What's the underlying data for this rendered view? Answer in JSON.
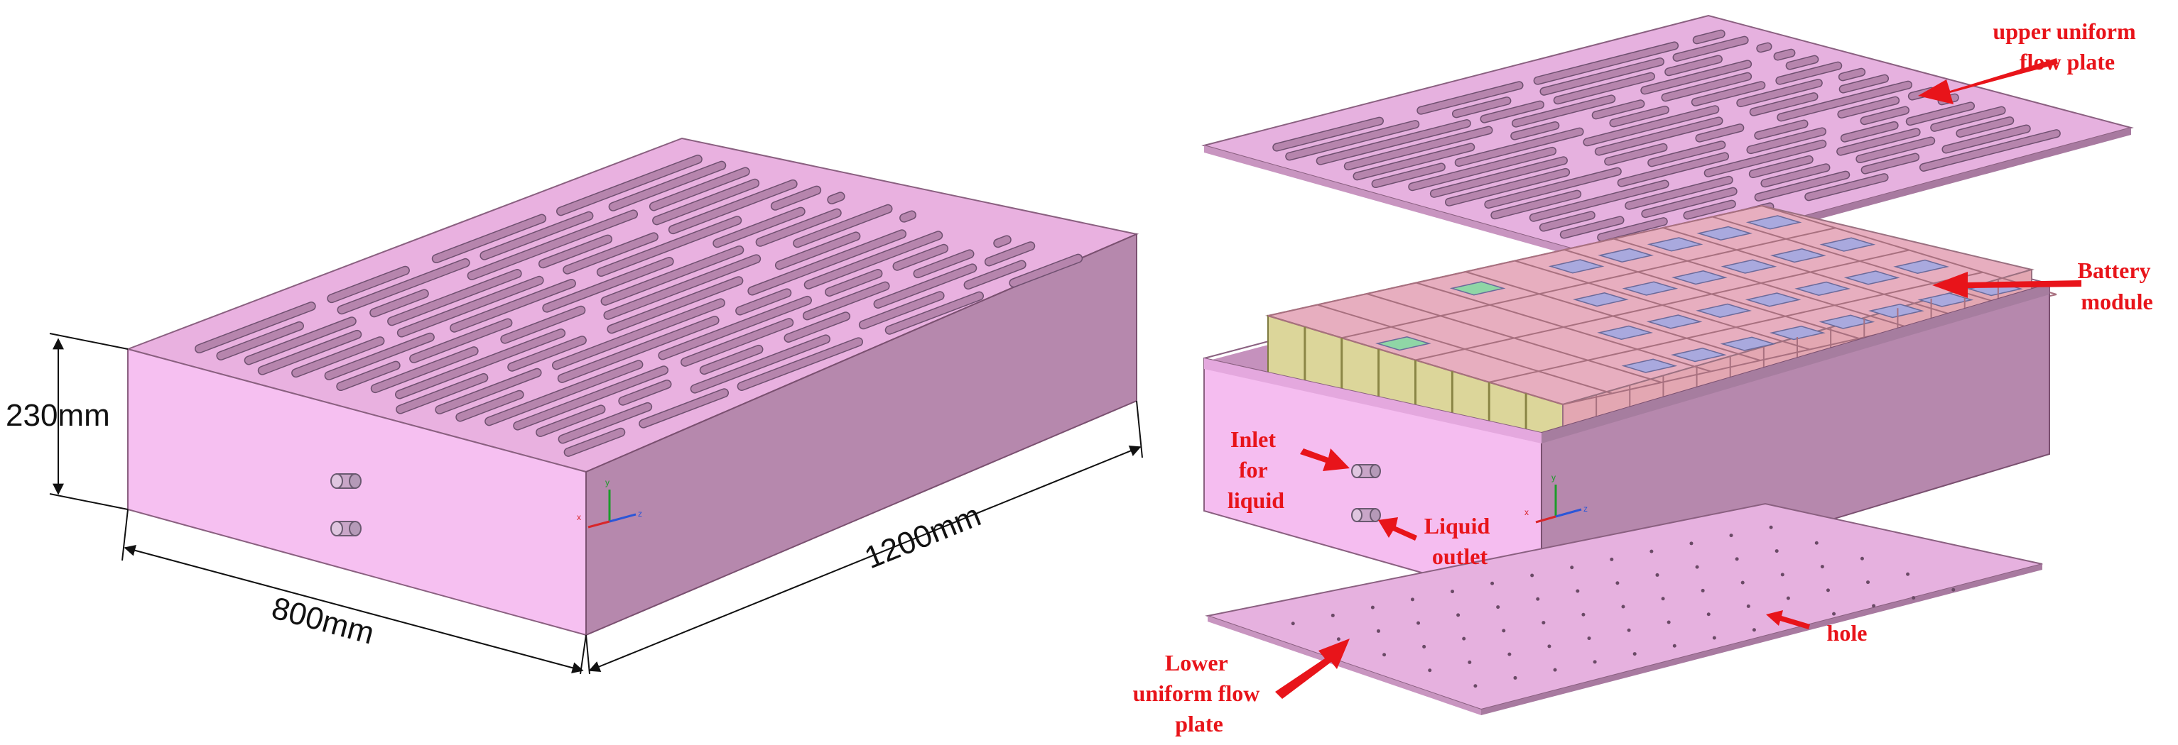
{
  "dimensions": {
    "height": "230mm",
    "width": "800mm",
    "length": "1200mm"
  },
  "labels": {
    "upper_plate": [
      "upper uniform",
      "flow plate"
    ],
    "battery_module": [
      "Battery",
      "module"
    ],
    "inlet": [
      "Inlet",
      "for",
      "liquid"
    ],
    "outlet": [
      "Liquid",
      "outlet"
    ],
    "lower_plate": [
      "Lower",
      "uniform flow",
      "plate"
    ],
    "hole": [
      "hole"
    ]
  },
  "axes": {
    "x": "x",
    "y": "y",
    "z": "z"
  },
  "colors": {
    "box_front": "#f5bdf0",
    "box_side": "#b688ad",
    "box_top": "#e9b1e0",
    "plate": "#e6b1df",
    "slot": "#b685ad",
    "cell_pink": "#e5a7b4",
    "cell_yellow": "#dcd69a",
    "tab_blue": "#a9a9de",
    "tab_green": "#8fd6a6",
    "label_red": "#e8141a"
  }
}
